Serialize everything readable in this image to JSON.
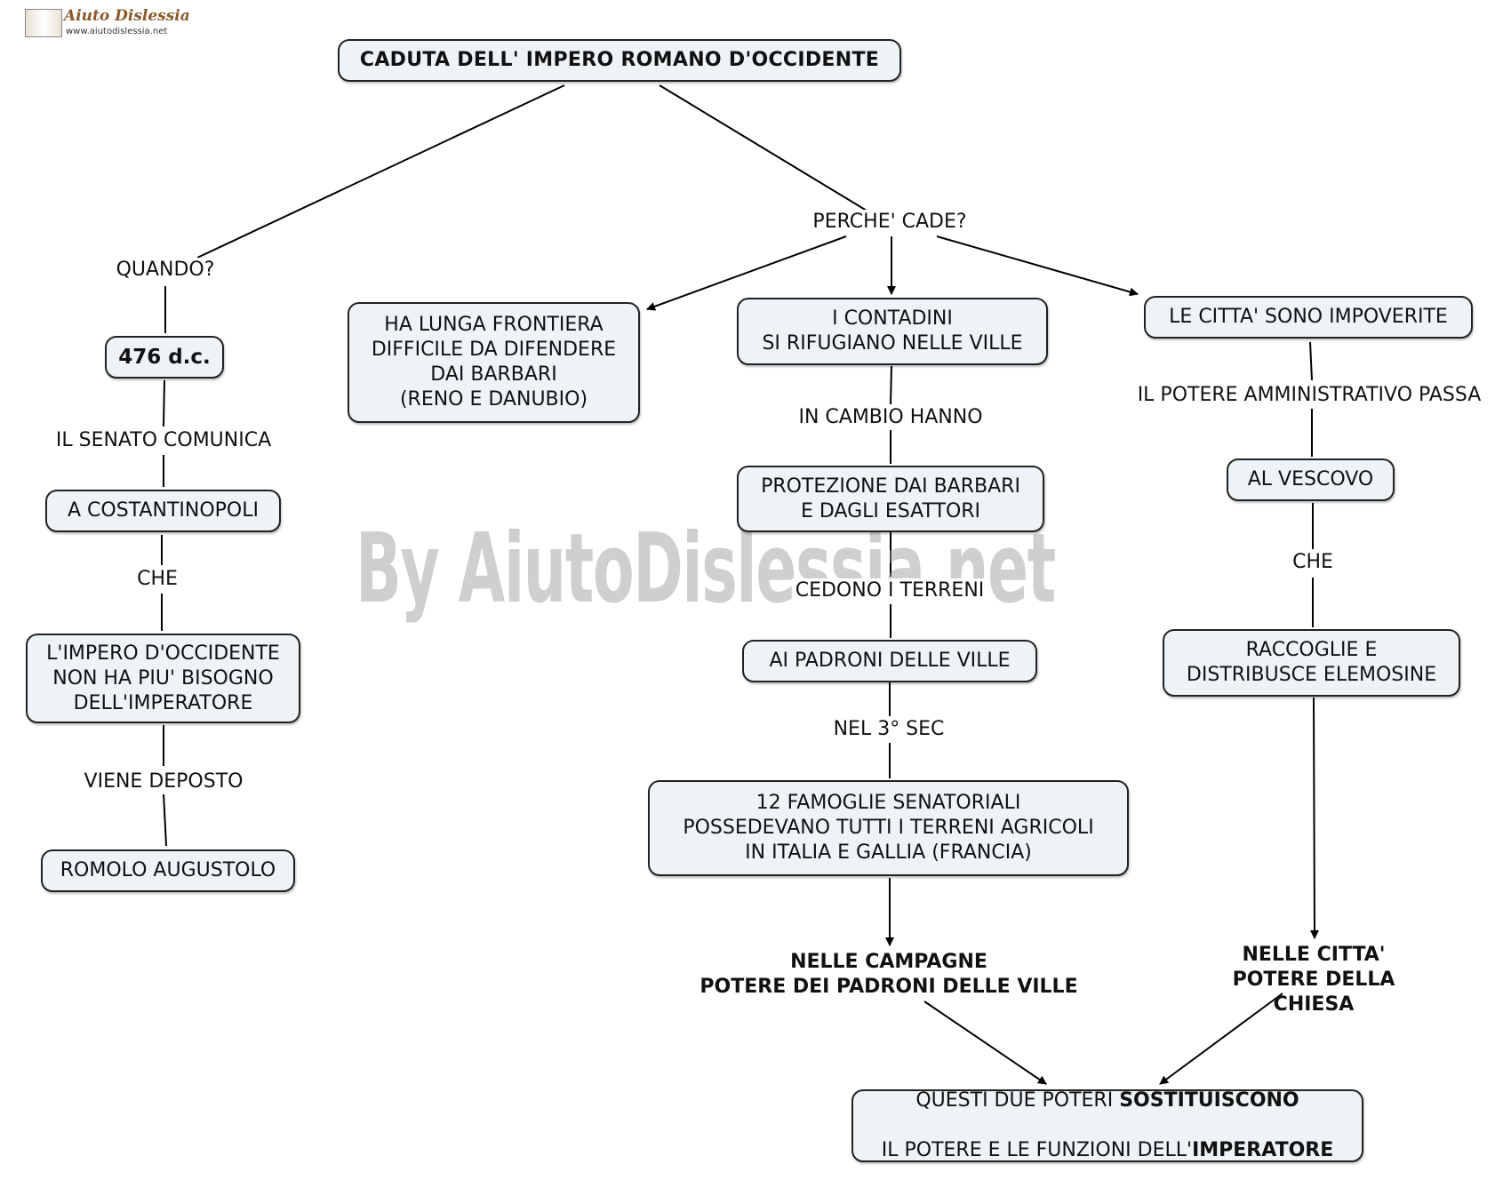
{
  "logo": {
    "title": "Aiuto Dislessia",
    "url": "www.aiutodislessia.net"
  },
  "watermark": "By AiutoDislessia.net",
  "nodes": {
    "root": "CADUTA DELL' IMPERO ROMANO D'OCCIDENTE",
    "year": "476 d.c.",
    "costantinopoli": "A COSTANTINOPOLI",
    "impero_occidente": "L'IMPERO D'OCCIDENTE\nNON HA PIU' BISOGNO\nDELL'IMPERATORE",
    "romolo": "ROMOLO AUGUSTOLO",
    "frontiera": "HA LUNGA FRONTIERA\nDIFFICILE DA DIFENDERE\nDAI BARBARI\n(RENO E DANUBIO)",
    "contadini": "I CONTADINI\nSI RIFUGIANO NELLE VILLE",
    "protezione": "PROTEZIONE DAI BARBARI\nE DAGLI ESATTORI",
    "padroni_ville": "AI PADRONI DELLE VILLE",
    "famiglie": "12 FAMOGLIE SENATORIALI\nPOSSEDEVANO TUTTI I TERRENI AGRICOLI\nIN ITALIA E GALLIA (FRANCIA)",
    "citta_impoverite": "LE CITTA' SONO IMPOVERITE",
    "vescovo": "AL VESCOVO",
    "elemosine": "RACCOGLIE E\nDISTRIBUSCE ELEMOSINE",
    "campagne": "NELLE CAMPAGNE\nPOTERE DEI PADRONI DELLE VILLE",
    "citta_chiesa": "NELLE CITTA'\nPOTERE DELLA CHIESA",
    "final": {
      "part1": "QUESTI DUE POTERI ",
      "part1_bold": "SOSTITUISCONO",
      "part2": "IL POTERE E LE FUNZIONI DELL'",
      "part2_bold": "IMPERATORE"
    }
  },
  "links": {
    "quando": "QUANDO?",
    "perche": "PERCHE' CADE?",
    "senato": "IL SENATO COMUNICA",
    "che_left": "CHE",
    "deposto": "VIENE DEPOSTO",
    "in_cambio": "IN CAMBIO HANNO",
    "cedono": "CEDONO I TERRENI",
    "nel_sec": "NEL 3° SEC",
    "potere_amm": "IL POTERE AMMINISTRATIVO PASSA",
    "che_right": "CHE"
  }
}
